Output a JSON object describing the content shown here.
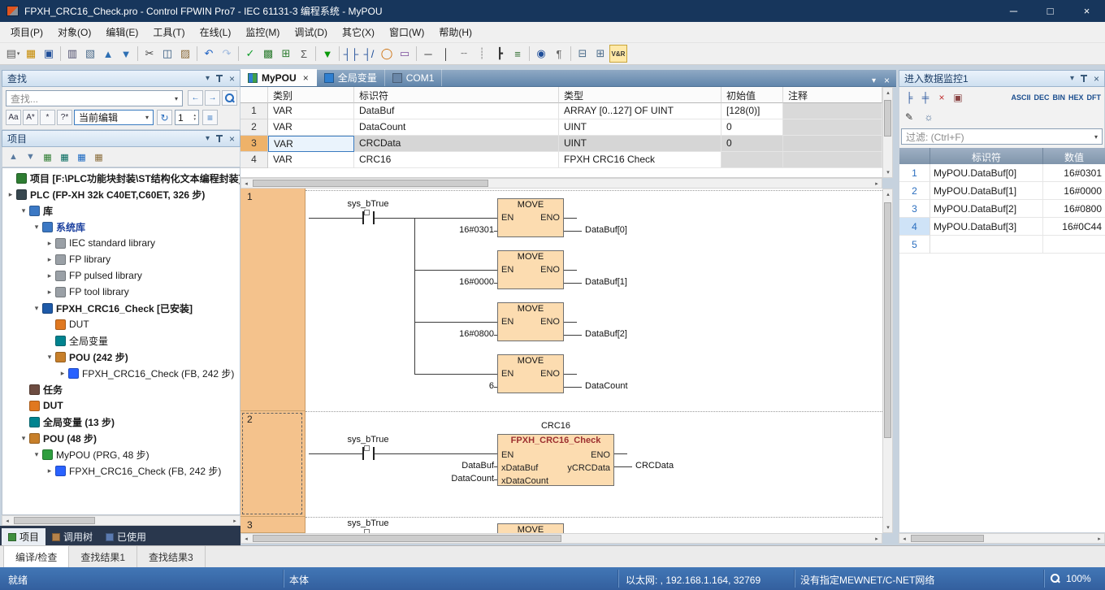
{
  "window": {
    "title": "FPXH_CRC16_Check.pro - Control FPWIN Pro7 - IEC 61131-3 编程系统 - MyPOU",
    "buttons": {
      "minimize": "─",
      "maximize": "□",
      "close": "×"
    }
  },
  "icons": {
    "combo_arrow": "▾",
    "panel_menu": "▾",
    "panel_close": "×",
    "spin_up": "▴",
    "spin_down": "▾",
    "list": "≡",
    "refresh": "↻",
    "prev": "←",
    "next": "→",
    "sb_left": "◂",
    "sb_right": "▸",
    "sb_up": "▴",
    "sb_down": "▾",
    "tab_menu": "▾",
    "tab_close": "×"
  },
  "menu": {
    "items": [
      "项目(P)",
      "对象(O)",
      "编辑(E)",
      "工具(T)",
      "在线(L)",
      "监控(M)",
      "调试(D)",
      "其它(X)",
      "窗口(W)",
      "帮助(H)"
    ]
  },
  "toolbar": {
    "items": [
      {
        "type": "icon",
        "name": "new-file",
        "glyph": "▤",
        "color": "#5a5a5a",
        "dropdown": true
      },
      {
        "type": "icon",
        "name": "open-project",
        "glyph": "▦",
        "color": "#c68a00"
      },
      {
        "type": "icon",
        "name": "save-project",
        "glyph": "▣",
        "color": "#1f4e99"
      },
      {
        "type": "sep"
      },
      {
        "type": "icon",
        "name": "print",
        "glyph": "▥",
        "color": "#4a4a6a"
      },
      {
        "type": "icon",
        "name": "print-preview",
        "glyph": "▧",
        "color": "#4a6a8a"
      },
      {
        "type": "icon",
        "name": "upload-from-plc",
        "glyph": "▲",
        "color": "#2d6fb3"
      },
      {
        "type": "icon",
        "name": "download-to-plc",
        "glyph": "▼",
        "color": "#2d6fb3"
      },
      {
        "type": "sep"
      },
      {
        "type": "icon",
        "name": "cut",
        "glyph": "✂",
        "color": "#444444"
      },
      {
        "type": "icon",
        "name": "copy",
        "glyph": "◫",
        "color": "#33587e"
      },
      {
        "type": "icon",
        "name": "paste",
        "glyph": "▨",
        "color": "#8a6a3a"
      },
      {
        "type": "sep"
      },
      {
        "type": "icon",
        "name": "undo",
        "glyph": "↶",
        "color": "#1f62c4"
      },
      {
        "type": "icon",
        "name": "redo",
        "glyph": "↷",
        "color": "#1f62c4",
        "disabled": true
      },
      {
        "type": "sep"
      },
      {
        "type": "icon",
        "name": "check-program",
        "glyph": "✓",
        "color": "#0f9d2a"
      },
      {
        "type": "icon",
        "name": "compile",
        "glyph": "▩",
        "color": "#2e7d32"
      },
      {
        "type": "icon",
        "name": "compile-all",
        "glyph": "⊞",
        "color": "#2e7d32"
      },
      {
        "type": "icon",
        "name": "totalize-steps",
        "glyph": "Σ",
        "color": "#555555"
      },
      {
        "type": "sep"
      },
      {
        "type": "icon",
        "name": "online-mode",
        "glyph": "▼",
        "color": "#0a9a0a"
      },
      {
        "type": "sep"
      },
      {
        "type": "icon",
        "name": "insert-contact",
        "glyph": "┤├",
        "color": "#1f4e99"
      },
      {
        "type": "icon",
        "name": "insert-contact-nc",
        "glyph": "┤/",
        "color": "#1f4e99"
      },
      {
        "type": "icon",
        "name": "insert-coil",
        "glyph": "◯",
        "color": "#cc6a00"
      },
      {
        "type": "icon",
        "name": "insert-function",
        "glyph": "▭",
        "color": "#7a4a9a"
      },
      {
        "type": "sep"
      },
      {
        "type": "icon",
        "name": "insert-hline",
        "glyph": "─",
        "color": "#333333"
      },
      {
        "type": "icon",
        "name": "insert-vline",
        "glyph": "│",
        "color": "#333333"
      },
      {
        "type": "icon",
        "name": "delete-hline",
        "glyph": "╌",
        "color": "#888888"
      },
      {
        "type": "icon",
        "name": "delete-vline",
        "glyph": "┊",
        "color": "#888888"
      },
      {
        "type": "icon",
        "name": "insert-branch",
        "glyph": "┣",
        "color": "#333333"
      },
      {
        "type": "icon",
        "name": "insert-network",
        "glyph": "≡",
        "color": "#2a6a2a"
      },
      {
        "type": "sep"
      },
      {
        "type": "icon",
        "name": "toggle-monitor",
        "glyph": "◉",
        "color": "#1f4e99"
      },
      {
        "type": "icon",
        "name": "comment",
        "glyph": "¶",
        "color": "#666666"
      },
      {
        "type": "sep"
      },
      {
        "type": "icon",
        "name": "split-horizontal",
        "glyph": "⊟",
        "color": "#4a6a8a"
      },
      {
        "type": "icon",
        "name": "split-vertical",
        "glyph": "⊞",
        "color": "#4a6a8a"
      },
      {
        "type": "icon",
        "name": "vr-toggle",
        "glyph": "V&R",
        "color": "#333333",
        "highlight": true
      }
    ]
  },
  "search_panel": {
    "title": "查找",
    "input_placeholder": "查找...",
    "options": [
      {
        "name": "match-case",
        "label": "Aa"
      },
      {
        "name": "match-word",
        "label": "A*"
      },
      {
        "name": "wildcard",
        "label": "*"
      },
      {
        "name": "regex",
        "label": "?*"
      }
    ],
    "scope_value": "当前编辑",
    "counter": "1"
  },
  "project_panel": {
    "title": "项目",
    "toolbar": [
      {
        "name": "move-up",
        "glyph": "▲",
        "color": "#5a7ba0"
      },
      {
        "name": "move-down",
        "glyph": "▼",
        "color": "#5a7ba0"
      },
      {
        "name": "show-all",
        "glyph": "▦",
        "color": "#2e7d32"
      },
      {
        "name": "show-instances",
        "glyph": "▦",
        "color": "#00695c"
      },
      {
        "name": "show-pous",
        "glyph": "▦",
        "color": "#1565c0"
      },
      {
        "name": "show-types",
        "glyph": "▦",
        "color": "#8a6d3b"
      }
    ],
    "tree": [
      {
        "level": 0,
        "chevron": "",
        "icon": "project",
        "icon_color": "#2e7d32",
        "label": "项目 [F:\\PLC功能块封装\\ST结构化文本编程封装]",
        "bold": true
      },
      {
        "level": 0,
        "chevron": ">",
        "icon": "plc-device",
        "icon_color": "#37474f",
        "label": "PLC (FP-XH 32k C40ET,C60ET, 326 步)",
        "bold": true
      },
      {
        "level": 1,
        "chevron": "v",
        "icon": "library-folder",
        "icon_color": "#3b78c4",
        "label": "库",
        "bold": true
      },
      {
        "level": 2,
        "chevron": "v",
        "icon": "system-library",
        "icon_color": "#3b78c4",
        "label": "系统库",
        "bold": true,
        "color": "#1a3f9e"
      },
      {
        "level": 3,
        "chevron": ">",
        "icon": "library-book",
        "icon_color": "#9aa0a6",
        "label": "IEC standard library"
      },
      {
        "level": 3,
        "chevron": ">",
        "icon": "library-book",
        "icon_color": "#9aa0a6",
        "label": "FP library"
      },
      {
        "level": 3,
        "chevron": ">",
        "icon": "library-book",
        "icon_color": "#9aa0a6",
        "label": "FP pulsed library"
      },
      {
        "level": 3,
        "chevron": ">",
        "icon": "library-book",
        "icon_color": "#9aa0a6",
        "label": "FP tool library"
      },
      {
        "level": 2,
        "chevron": "v",
        "icon": "user-library",
        "icon_color": "#1e5aa8",
        "label": "FPXH_CRC16_Check [已安装]",
        "bold": true
      },
      {
        "level": 3,
        "chevron": "",
        "icon": "dut-folder",
        "icon_color": "#e07820",
        "label": "DUT"
      },
      {
        "level": 3,
        "chevron": "",
        "icon": "global-vars",
        "icon_color": "#00838f",
        "label": "全局变量"
      },
      {
        "level": 3,
        "chevron": "v",
        "icon": "pou-folder",
        "icon_color": "#c77f2a",
        "label": "POU (242 步)",
        "bold": true
      },
      {
        "level": 4,
        "chevron": ">",
        "icon": "function-block",
        "icon_color": "#2962ff",
        "label": "FPXH_CRC16_Check (FB, 242 步)"
      },
      {
        "level": 1,
        "chevron": "",
        "icon": "task-list",
        "icon_color": "#6d4c41",
        "label": "任务",
        "bold": true
      },
      {
        "level": 1,
        "chevron": "",
        "icon": "dut-folder",
        "icon_color": "#e07820",
        "label": "DUT",
        "bold": true
      },
      {
        "level": 1,
        "chevron": "",
        "icon": "global-vars",
        "icon_color": "#00838f",
        "label": "全局变量 (13 步)",
        "bold": true
      },
      {
        "level": 1,
        "chevron": "v",
        "icon": "pou-folder",
        "icon_color": "#c77f2a",
        "label": "POU (48 步)",
        "bold": true
      },
      {
        "level": 2,
        "chevron": "v",
        "icon": "program",
        "icon_color": "#2e9e3e",
        "label": "MyPOU (PRG, 48 步)"
      },
      {
        "level": 3,
        "chevron": ">",
        "icon": "function-block",
        "icon_color": "#2962ff",
        "label": "FPXH_CRC16_Check (FB, 242 步)"
      }
    ],
    "tabs": [
      {
        "label": "项目",
        "active": true,
        "icon_color": "#3f8f3f"
      },
      {
        "label": "调用树",
        "icon_color": "#b5824a"
      },
      {
        "label": "已使用",
        "icon_color": "#5a7ab0"
      }
    ]
  },
  "editor": {
    "tabs": [
      {
        "label": "MyPOU",
        "active": true,
        "close": "×",
        "icon_color": "linear-gradient(90deg,#2f7fd0 50%,#3fa04a 50%)"
      },
      {
        "label": "全局变量",
        "icon_color": "#2f7fd0"
      },
      {
        "label": "COM1",
        "icon_color": "#6a87a8"
      }
    ],
    "var_table": {
      "columns": [
        "类别",
        "标识符",
        "类型",
        "初始值",
        "注释"
      ],
      "rows": [
        {
          "num": "1",
          "class": "VAR",
          "id": "DataBuf",
          "type": "ARRAY [0..127] OF UINT",
          "init": "[128(0)]",
          "comment": ""
        },
        {
          "num": "2",
          "class": "VAR",
          "id": "DataCount",
          "type": "UINT",
          "init": "0",
          "comment": ""
        },
        {
          "num": "3",
          "class": "VAR",
          "id": "CRCData",
          "type": "UINT",
          "init": "0",
          "comment": "",
          "selected": true
        },
        {
          "num": "4",
          "class": "VAR",
          "id": "CRC16",
          "type": "FPXH CRC16 Check",
          "init": "",
          "comment": "",
          "no_init": true
        }
      ]
    },
    "ladder": {
      "networks": [
        {
          "number": "1",
          "contact": "sys_bTrue",
          "blocks": [
            {
              "title": "MOVE",
              "en": "EN",
              "eno": "ENO",
              "input": "16#0301",
              "output": "DataBuf[0]"
            },
            {
              "title": "MOVE",
              "en": "EN",
              "eno": "ENO",
              "input": "16#0000",
              "output": "DataBuf[1]"
            },
            {
              "title": "MOVE",
              "en": "EN",
              "eno": "ENO",
              "input": "16#0800",
              "output": "DataBuf[2]"
            },
            {
              "title": "MOVE",
              "en": "EN",
              "eno": "ENO",
              "input": "6",
              "output": "DataCount"
            }
          ]
        },
        {
          "number": "2",
          "contact": "sys_bTrue",
          "instance": "CRC16",
          "fb": {
            "title": "FPXH_CRC16_Check",
            "en": "EN",
            "eno": "ENO",
            "rows": [
              {
                "pin": "xDataBuf",
                "var": "DataBuf"
              },
              {
                "pin": "xDataCount",
                "var": "DataCount"
              }
            ],
            "out_pin": "yCRCData",
            "out_var": "CRCData"
          }
        },
        {
          "number": "3",
          "contact": "sys_bTrue",
          "partial": "MOVE"
        }
      ]
    }
  },
  "monitor": {
    "title": "进入数据监控1",
    "toolbar_icons": [
      {
        "name": "insert-watch",
        "glyph": "╞",
        "color": "#1f4e99"
      },
      {
        "name": "add-watch",
        "glyph": "╪",
        "color": "#1f4e99"
      },
      {
        "name": "delete-watch",
        "glyph": "×",
        "color": "#c03030"
      },
      {
        "name": "watch-window",
        "glyph": "▣",
        "color": "#8a4444"
      }
    ],
    "formats": [
      "ASCII",
      "DEC",
      "BIN",
      "HEX",
      "DFT"
    ],
    "edit_icons": [
      {
        "name": "edit-watch",
        "glyph": "✎",
        "color": "#333333"
      },
      {
        "name": "monitor-settings",
        "glyph": "☼",
        "color": "#335a8a"
      }
    ],
    "filter_placeholder": "过滤: (Ctrl+F)",
    "columns": [
      "标识符",
      "数值"
    ],
    "rows": [
      {
        "num": "1",
        "id": "MyPOU.DataBuf[0]",
        "value": "16#0301"
      },
      {
        "num": "2",
        "id": "MyPOU.DataBuf[1]",
        "value": "16#0000"
      },
      {
        "num": "3",
        "id": "MyPOU.DataBuf[2]",
        "value": "16#0800"
      },
      {
        "num": "4",
        "id": "MyPOU.DataBuf[3]",
        "value": "16#0C44",
        "selected": true
      },
      {
        "num": "5",
        "id": "",
        "value": ""
      }
    ]
  },
  "bottom_tabs": [
    {
      "label": "编译/检查",
      "active": true
    },
    {
      "label": "查找结果1"
    },
    {
      "label": "查找结果3"
    }
  ],
  "status_bar": {
    "ready": "就绪",
    "device": "本体",
    "network": "以太网: , 192.168.1.164, 32769",
    "mewnet": "没有指定MEWNET/C-NET网络",
    "zoom": "100%"
  }
}
